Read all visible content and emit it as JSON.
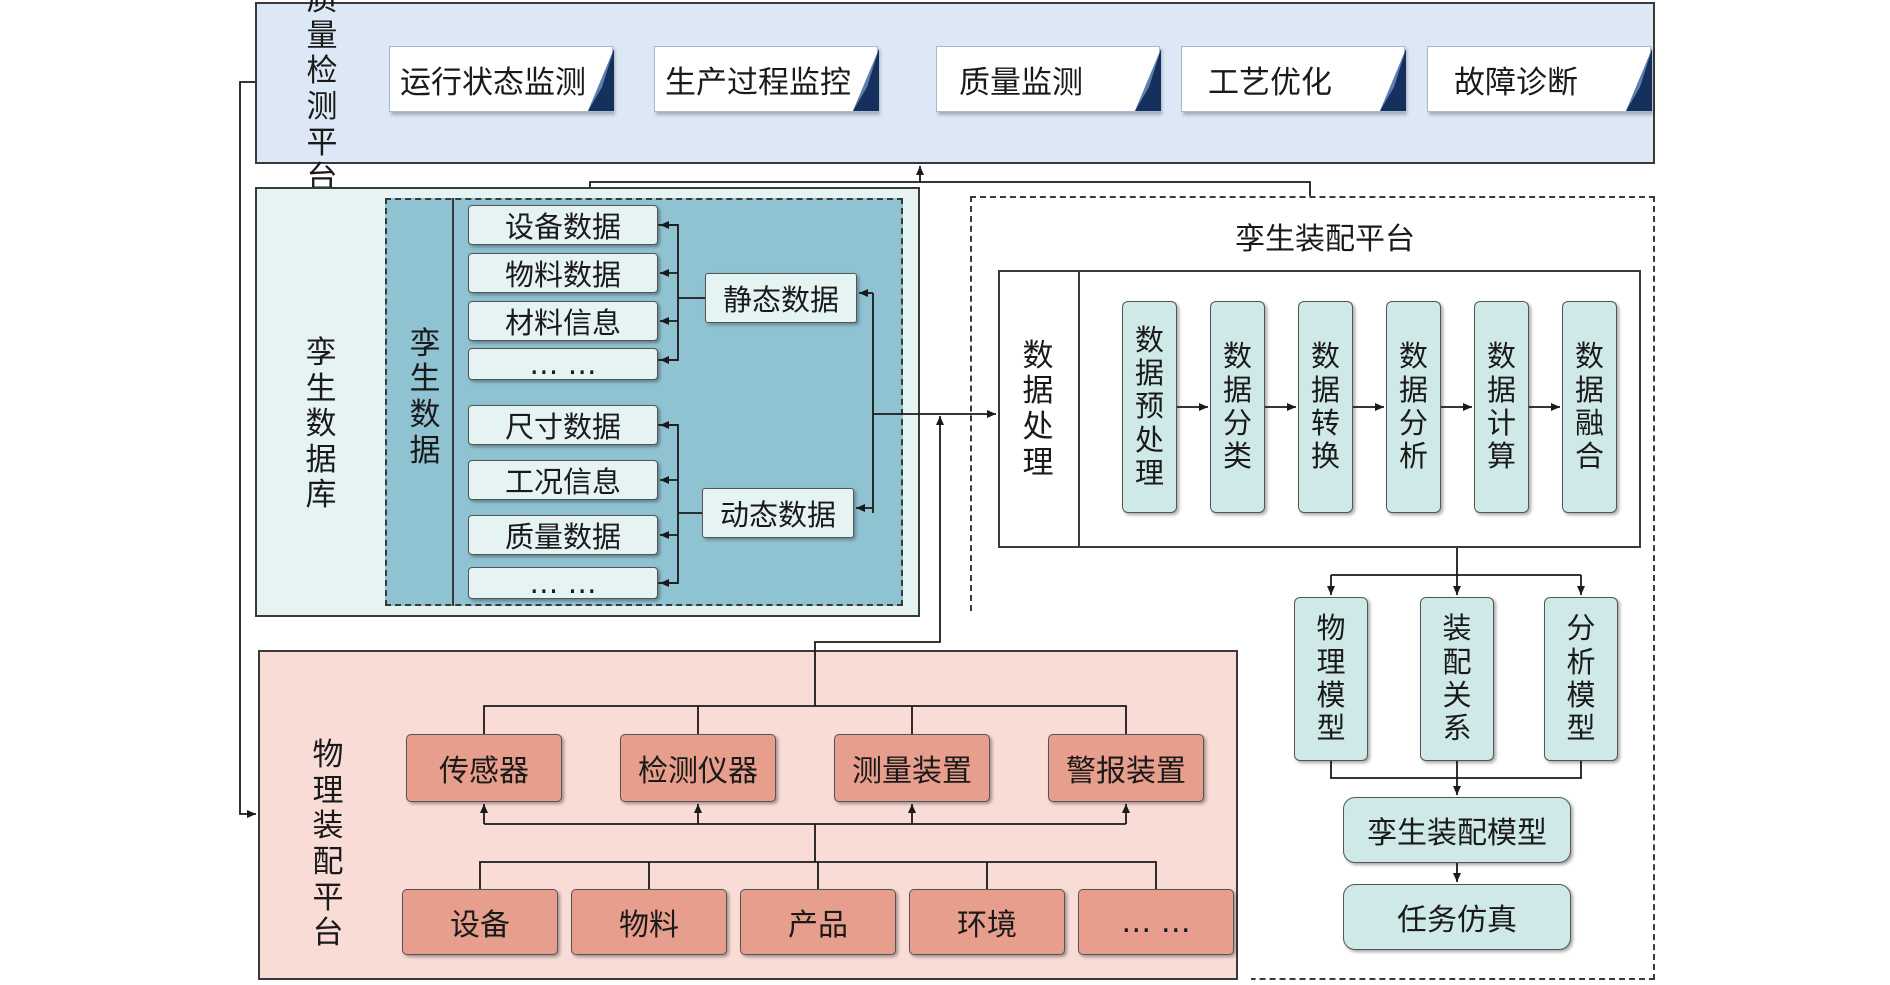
{
  "quality_platform": {
    "title": [
      "质",
      "量",
      "检",
      "测",
      "平",
      "台"
    ],
    "functions": [
      "运行状态监测",
      "生产过程监控",
      "质量监测",
      "工艺优化",
      "故障诊断"
    ]
  },
  "twin_database": {
    "title": [
      "孪",
      "生",
      "数",
      "据",
      "库"
    ],
    "subtitle": [
      "孪",
      "生",
      "数",
      "据"
    ],
    "static": {
      "label": "静态数据",
      "items": [
        "设备数据",
        "物料数据",
        "材料信息",
        "… …"
      ]
    },
    "dynamic": {
      "label": "动态数据",
      "items": [
        "尺寸数据",
        "工况信息",
        "质量数据",
        "… …"
      ]
    }
  },
  "twin_platform": {
    "title": "孪生装配平台",
    "processing_title": [
      "数",
      "据",
      "处",
      "理"
    ],
    "steps": [
      [
        "数",
        "据",
        "预",
        "处",
        "理"
      ],
      [
        "数",
        "据",
        "分",
        "类"
      ],
      [
        "数",
        "据",
        "转",
        "换"
      ],
      [
        "数",
        "据",
        "分",
        "析"
      ],
      [
        "数",
        "据",
        "计",
        "算"
      ],
      [
        "数",
        "据",
        "融",
        "合"
      ]
    ],
    "models": [
      [
        "物",
        "理",
        "模",
        "型"
      ],
      [
        "装",
        "配",
        "关",
        "系"
      ],
      [
        "分",
        "析",
        "模",
        "型"
      ]
    ],
    "assembly_model": "孪生装配模型",
    "simulation": "任务仿真"
  },
  "physical_platform": {
    "title": [
      "物",
      "理",
      "装",
      "配",
      "平",
      "台"
    ],
    "devices": [
      "传感器",
      "检测仪器",
      "测量装置",
      "警报装置"
    ],
    "resources": [
      "设备",
      "物料",
      "产品",
      "环境",
      "… …"
    ]
  },
  "colors": {
    "quality_bg": "#dce8f5",
    "database_bg": "#e6f3f3",
    "database_inner": "#8fc3d2",
    "model_fill": "#cfe9e8",
    "physical_bg": "#f9dcd6",
    "physical_node": "#e89e8d",
    "accent_dark_blue": "#16305e"
  },
  "icons": {
    "quality_function_marker": "blue-triangle-icon"
  }
}
